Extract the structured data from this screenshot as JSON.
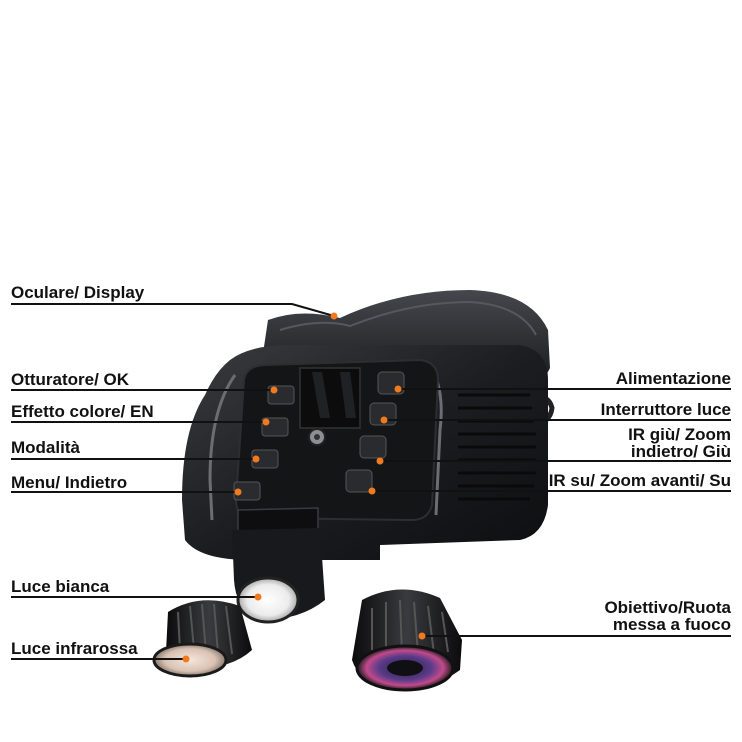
{
  "colors": {
    "body": "#1b1c1e",
    "body_light": "#2e3033",
    "accent_dot": "#f07a1e",
    "leader_line": "#111111",
    "background": "#ffffff"
  },
  "labels": {
    "left": [
      {
        "id": "eyepiece",
        "text": "Oculare/ Display"
      },
      {
        "id": "shutter",
        "text": "Otturatore/ OK"
      },
      {
        "id": "color-effect",
        "text": "Effetto colore/ EN"
      },
      {
        "id": "mode",
        "text": "Modalità"
      },
      {
        "id": "menu",
        "text": "Menu/ Indietro"
      },
      {
        "id": "white-light",
        "text": "Luce bianca"
      },
      {
        "id": "infrared-light",
        "text": "Luce infrarossa"
      }
    ],
    "right": [
      {
        "id": "power",
        "lines": [
          "Alimentazione"
        ]
      },
      {
        "id": "light-switch",
        "lines": [
          "Interruttore luce"
        ]
      },
      {
        "id": "ir-down",
        "lines": [
          "IR giù/ Zoom",
          "indietro/ Giù"
        ]
      },
      {
        "id": "ir-up",
        "lines": [
          "IR su/ Zoom avanti/ Su"
        ]
      },
      {
        "id": "lens-focus",
        "lines": [
          "Obiettivo/Ruota",
          "messa a fuoco"
        ]
      }
    ]
  },
  "icons": {
    "device": "night-vision-binoculars-icon",
    "buttons": [
      "camera-icon",
      "percent-icon",
      "mode-icon",
      "return-icon",
      "power-icon",
      "light-icon",
      "minus-icon",
      "plus-icon"
    ]
  }
}
